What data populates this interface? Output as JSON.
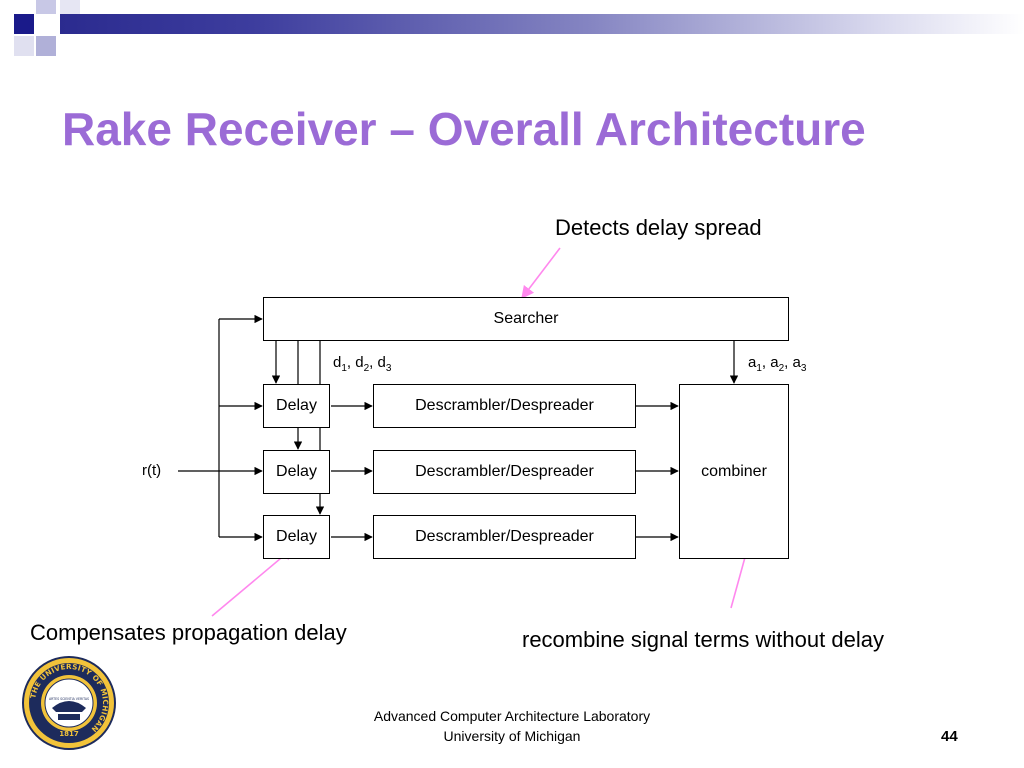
{
  "slide": {
    "title": "Rake Receiver – Overall Architecture",
    "page_number": "44",
    "footer_line1": "Advanced Computer Architecture Laboratory",
    "footer_line2": "University of Michigan"
  },
  "diagram": {
    "searcher_label": "Searcher",
    "delay_labels": [
      "Delay",
      "Delay",
      "Delay"
    ],
    "despreader_labels": [
      "Descrambler/Despreader",
      "Descrambler/Despreader",
      "Descrambler/Despreader"
    ],
    "combiner_label": "combiner",
    "input_label": "r(t)",
    "delay_params": {
      "base": "d",
      "subs": [
        "1",
        "2",
        "3"
      ]
    },
    "amp_params": {
      "base": "a",
      "subs": [
        "1",
        "2",
        "3"
      ]
    }
  },
  "annotations": {
    "searcher_note": "Detects delay spread",
    "delay_note": "Compensates propagation delay",
    "combiner_note": "recombine signal terms without delay"
  },
  "colors": {
    "title": "#9b6bd6",
    "callout_arrow": "#ff88ee",
    "banner": "#2b2b8f"
  },
  "logo": {
    "text": "THE UNIVERSITY OF MICHIGAN",
    "year": "1817",
    "motto": "ARTES SCIENTIA VERITAS"
  }
}
